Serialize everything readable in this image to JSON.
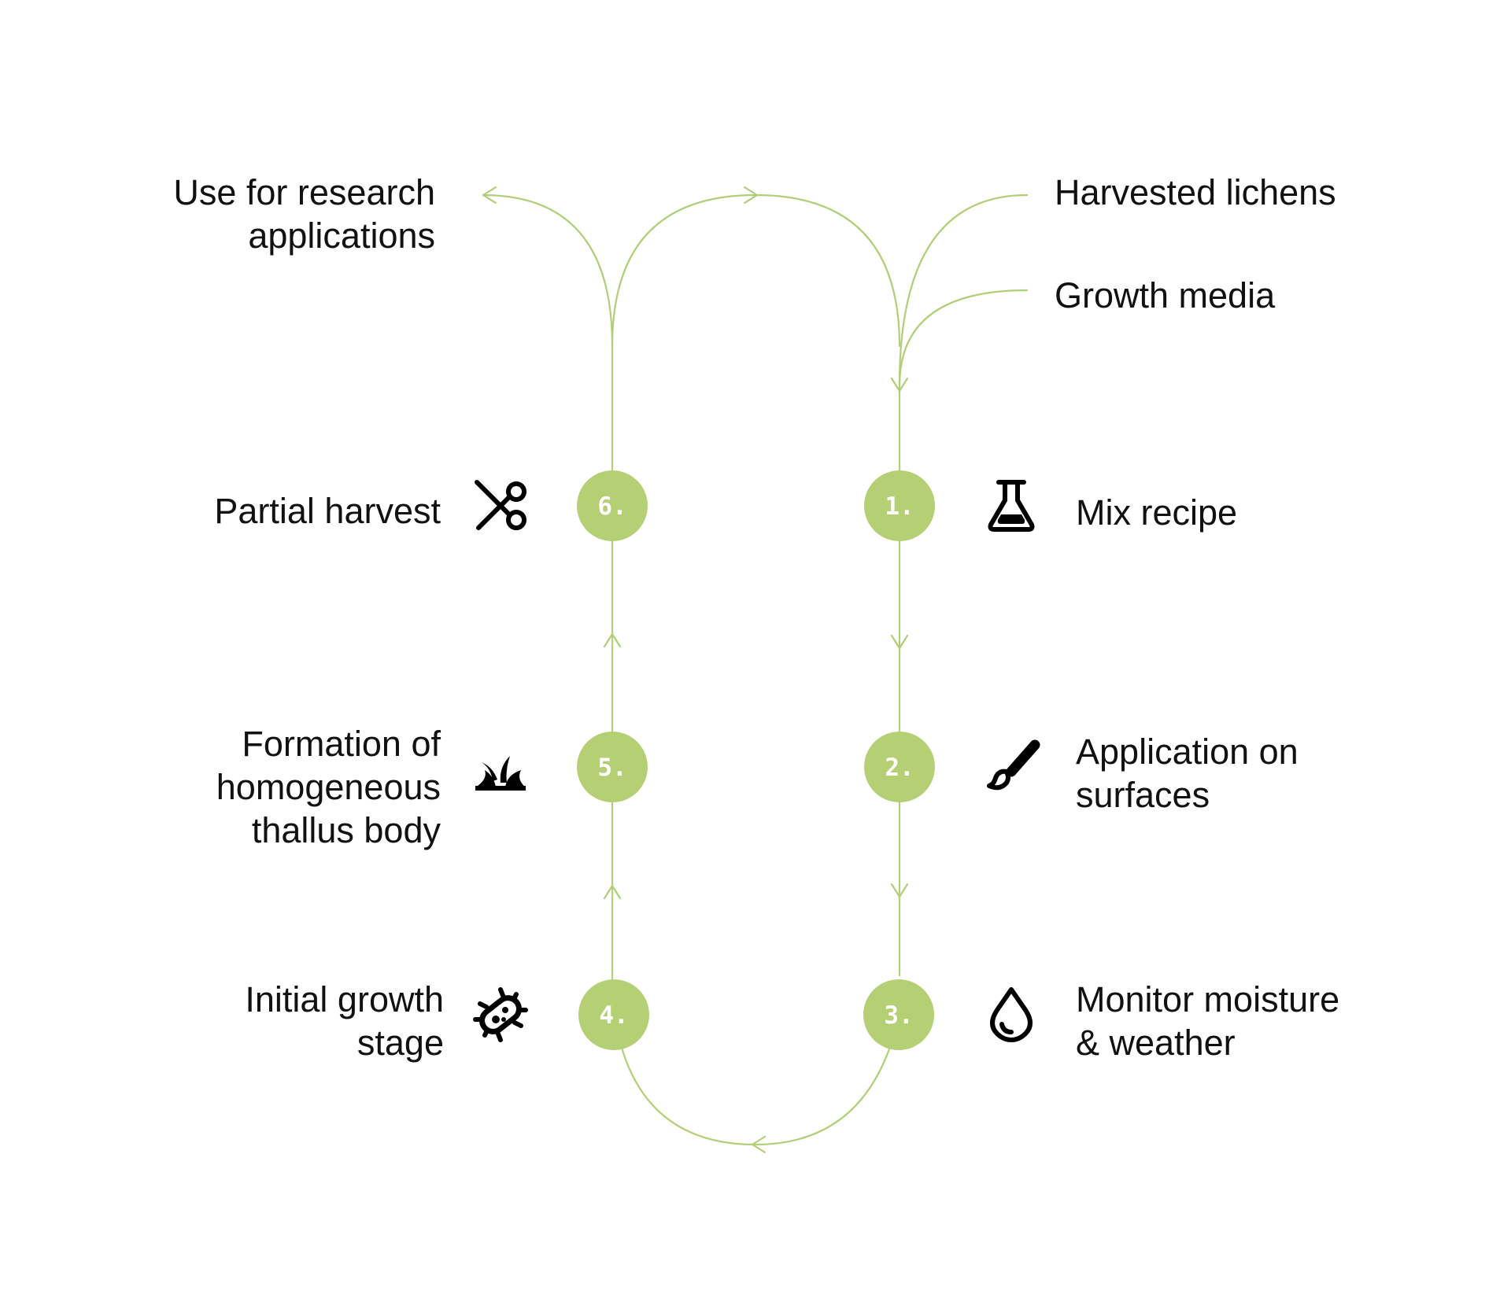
{
  "colors": {
    "accent": "#b5cf74",
    "flow_line": "#b1ce78",
    "text": "#111111",
    "node_text": "#ffffff"
  },
  "inputs": {
    "harvested_lichens": "Harvested lichens",
    "growth_media": "Growth media"
  },
  "output": {
    "line1": "Use for research",
    "line2": "applications"
  },
  "steps": [
    {
      "number": "1.",
      "label_lines": [
        "Mix recipe"
      ],
      "icon": "flask-icon"
    },
    {
      "number": "2.",
      "label_lines": [
        "Application on",
        "surfaces"
      ],
      "icon": "paintbrush-icon"
    },
    {
      "number": "3.",
      "label_lines": [
        "Monitor moisture",
        "& weather"
      ],
      "icon": "water-drop-icon"
    },
    {
      "number": "4.",
      "label_lines": [
        "Initial growth",
        "stage"
      ],
      "icon": "bacterium-icon"
    },
    {
      "number": "5.",
      "label_lines": [
        "Formation of",
        "homogeneous",
        "thallus body"
      ],
      "icon": "sprout-icon"
    },
    {
      "number": "6.",
      "label_lines": [
        "Partial harvest"
      ],
      "icon": "scissors-icon"
    }
  ]
}
